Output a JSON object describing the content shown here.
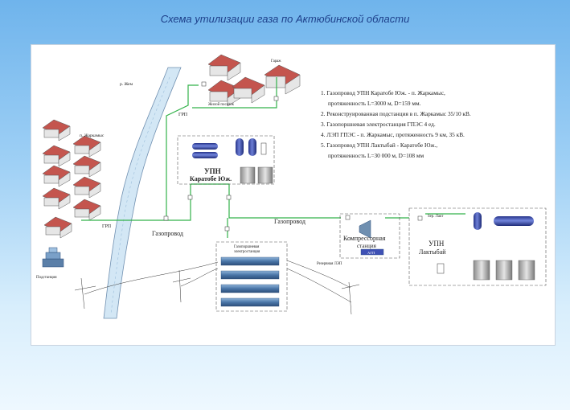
{
  "title": "Схема утилизации газа по Актюбинской области",
  "labels": {
    "river": "р. Жем",
    "village_zharkamys": "п. Жаркамыс",
    "houses_top": "Жилой поселок",
    "garage": "Гараж",
    "grp_top": "ГРП",
    "grp_left": "ГРП",
    "substation": "Подстанция",
    "upn_karatobe_line1": "УПН",
    "upn_karatobe_line2": "Каратобе Юж.",
    "gas_pipeline_left": "Газопровод",
    "gas_pipeline_right": "Газопровод",
    "gas_power_plant_line1": "Газопоршневая",
    "gas_power_plant_line2": "электростанция",
    "reserve_line": "Резервная ЛЭП",
    "compressor_line1": "Компрессорная",
    "compressor_line2": "станция",
    "compressor_unit": "АГП",
    "upn_laktybay_line1": "УПН",
    "upn_laktybay_line2": "Лактыбай",
    "separator_tag": "Sep. Лакт"
  },
  "legend": [
    {
      "line1": "1. Газопровод УПН Каратобе Юж. - п. Жаркамыс,",
      "line2": "протяженность L=3000 м, D=159 мм."
    },
    {
      "line1": "2. Реконструированная подстанция в п. Жаркамыс 35/10 кВ.",
      "line2": ""
    },
    {
      "line1": "3. Газопоршневая электростанция ГПЭС 4 ед.",
      "line2": ""
    },
    {
      "line1": "4. ЛЭП ГПЭС - п. Жаркамыс, протяженность 9 км, 35 кВ.",
      "line2": ""
    },
    {
      "line1": "5. Газопровод УПН Лактыбай - Каратобе Юж.,",
      "line2": "протяженность L=30 000 м, D=108 мм"
    }
  ],
  "colors": {
    "pipeline": "#33b24a",
    "river": "#cfe4f3",
    "roof": "#c4554e",
    "wall": "#e6e6e6",
    "tank": "#3f51b5",
    "equipment": "#5b7fa8"
  }
}
